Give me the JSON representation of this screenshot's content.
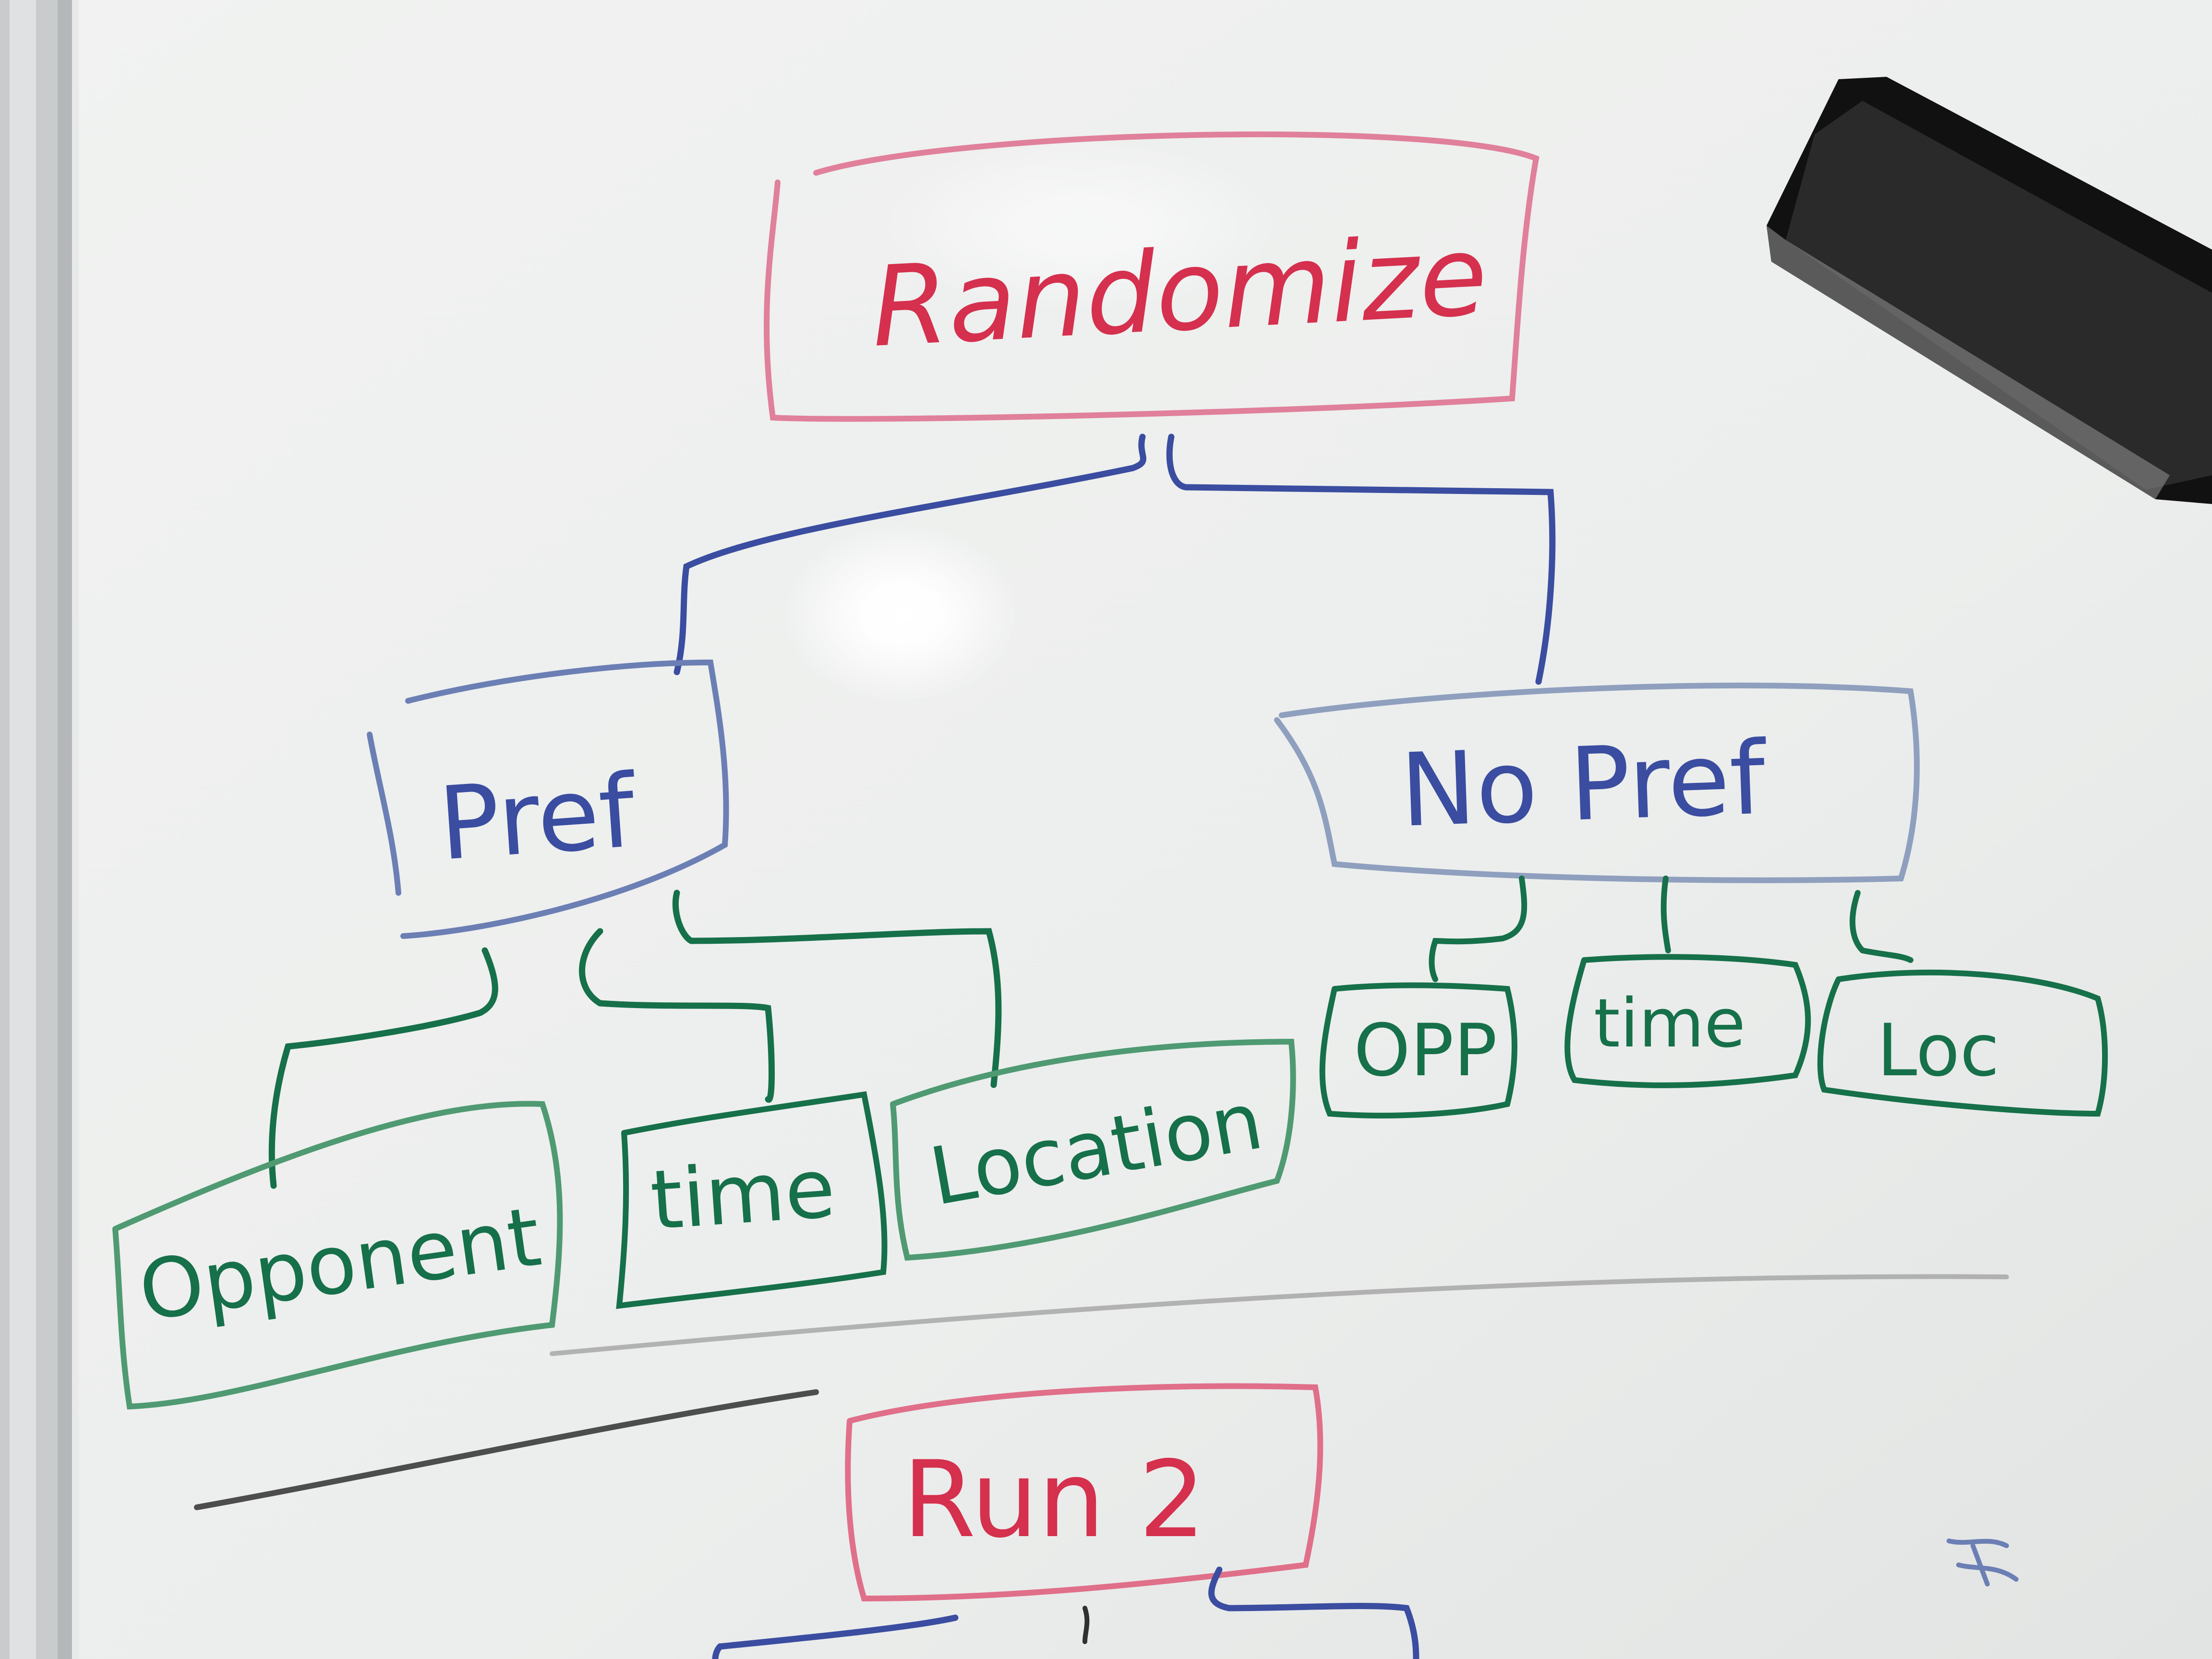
{
  "colors": {
    "board": "#eef0ef",
    "board_shadow": "#d9dbda",
    "frame": "#c8cacb",
    "red": "#d5304e",
    "red_light": "#e07a92",
    "blue": "#3a4da0",
    "blue_light": "#8f9fbe",
    "green": "#16704a",
    "green_light": "#4f9a72",
    "gray_line": "#9a9a9a",
    "dark_line": "#303030",
    "eraser": "#1d1d1d"
  },
  "nodes": {
    "root": {
      "label": "Randomize"
    },
    "pref": {
      "label": "Pref"
    },
    "no_pref": {
      "label": "No Pref"
    },
    "opponent": {
      "label": "Opponent"
    },
    "time_left": {
      "label": "time"
    },
    "location": {
      "label": "Location"
    },
    "opp": {
      "label": "OPP"
    },
    "time_right": {
      "label": "time"
    },
    "loc": {
      "label": "Loc"
    },
    "run": {
      "label": "Run 2"
    }
  },
  "objects": {
    "eraser": "whiteboard-eraser",
    "mark": "small-scribble-mark"
  }
}
